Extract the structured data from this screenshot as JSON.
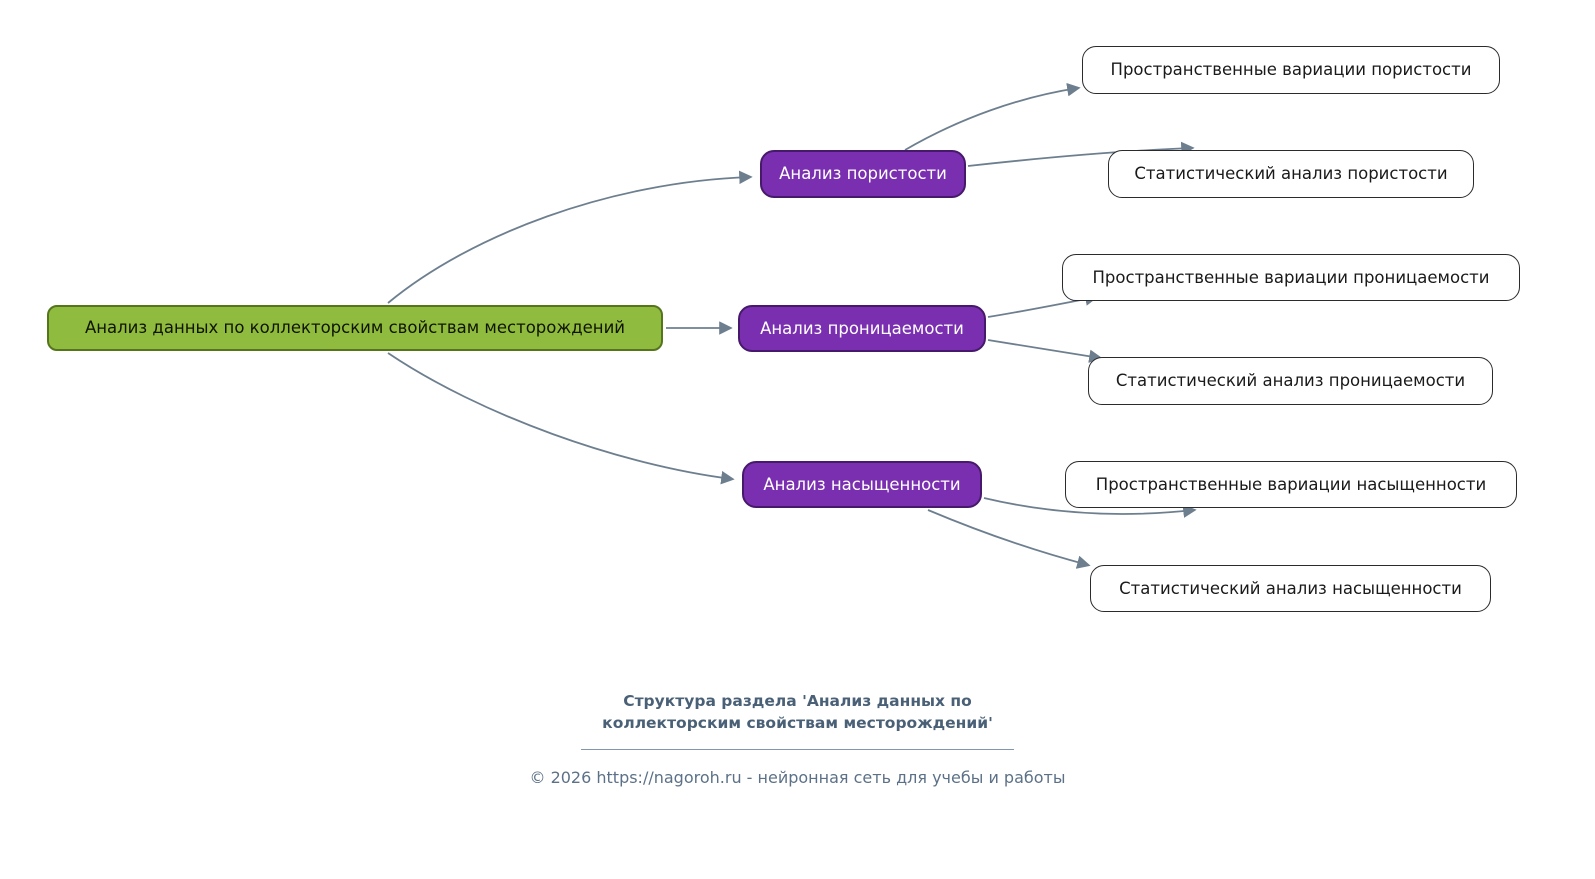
{
  "diagram": {
    "root": {
      "label": "Анализ данных по коллекторским свойствам месторождений"
    },
    "branches": [
      {
        "label": "Анализ пористости",
        "children": [
          "Пространственные вариации пористости",
          "Статистический анализ пористости"
        ]
      },
      {
        "label": "Анализ проницаемости",
        "children": [
          "Пространственные вариации проницаемости",
          "Статистический анализ проницаемости"
        ]
      },
      {
        "label": "Анализ насыщенности",
        "children": [
          "Пространственные вариации насыщенности",
          "Статистический анализ насыщенности"
        ]
      }
    ]
  },
  "footer": {
    "title": "Структура раздела 'Анализ данных по коллекторским свойствам месторождений'",
    "copyright": "© 2026 https://nagoroh.ru - нейронная сеть для учебы и работы"
  },
  "colors": {
    "root_fill": "#8fbc3f",
    "root_border": "#55751c",
    "branch_fill": "#7a2fb0",
    "branch_border": "#47196b",
    "leaf_fill": "#ffffff",
    "leaf_border": "#2b2b2b",
    "edge": "#6d7f8f",
    "footer_title": "#4a6076",
    "footer_text": "#5c7187"
  }
}
